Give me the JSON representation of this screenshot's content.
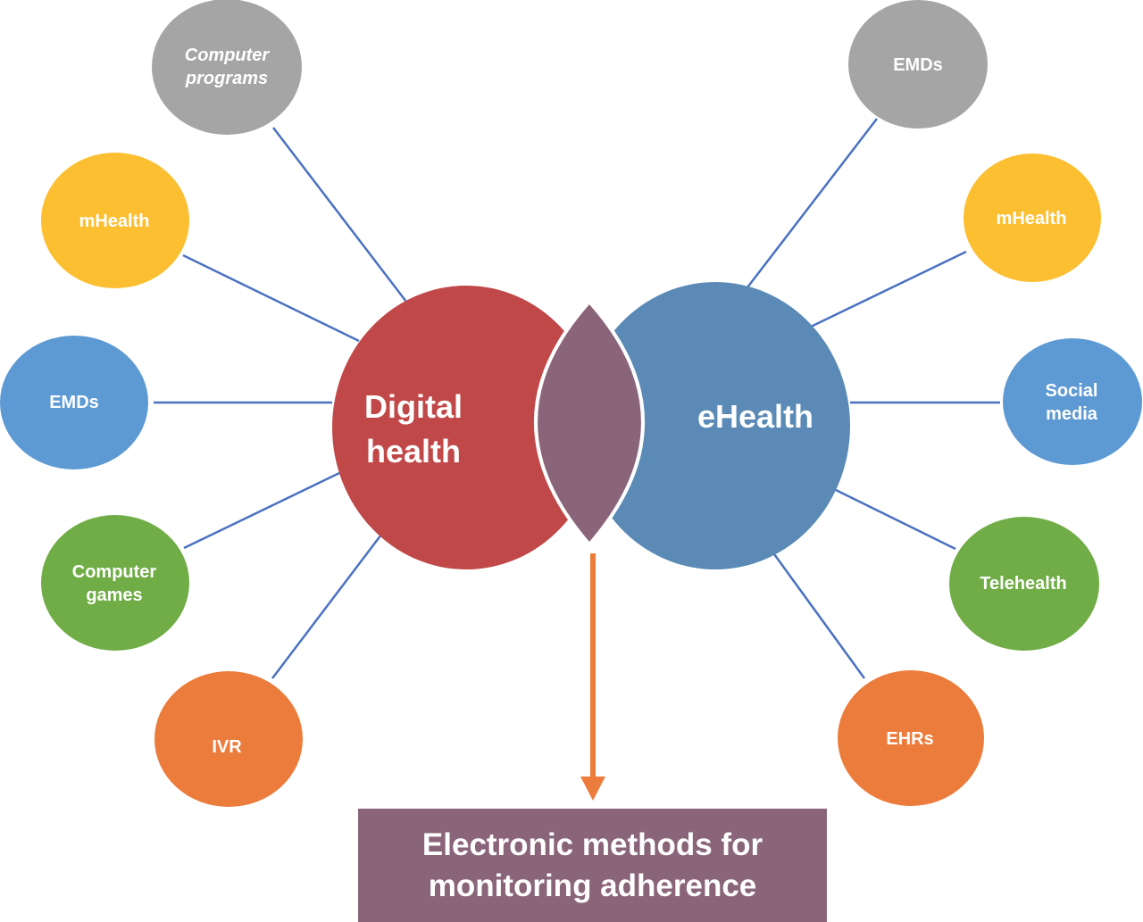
{
  "colors": {
    "gray": "#a5a5a5",
    "yellow": "#fbbf31",
    "blue_light": "#5d9ad3",
    "green": "#70ad47",
    "orange": "#ec7c3c",
    "red": "#c04848",
    "blue_main": "#5a8ab5",
    "overlap": "#8a6579",
    "connector": "#4a72c0",
    "arrow": "#ec7c3c"
  },
  "center": {
    "left_label_line1": "Digital",
    "left_label_line2": "health",
    "right_label": "eHealth"
  },
  "left_nodes": [
    {
      "id": "computer-programs",
      "line1": "Computer",
      "line2": "programs",
      "color": "gray",
      "italic": true
    },
    {
      "id": "mhealth",
      "line1": "mHealth",
      "line2": "",
      "color": "yellow",
      "italic": false
    },
    {
      "id": "emds",
      "line1": "EMDs",
      "line2": "",
      "color": "blue_light",
      "italic": false
    },
    {
      "id": "computer-games",
      "line1": "Computer",
      "line2": "games",
      "color": "green",
      "italic": false
    },
    {
      "id": "ivr",
      "line1": "IVR",
      "line2": "",
      "color": "orange",
      "italic": false
    }
  ],
  "right_nodes": [
    {
      "id": "emds",
      "line1": "EMDs",
      "line2": "",
      "color": "gray",
      "italic": false
    },
    {
      "id": "mhealth",
      "line1": "mHealth",
      "line2": "",
      "color": "yellow",
      "italic": false
    },
    {
      "id": "social-media",
      "line1": "Social",
      "line2": "media",
      "color": "blue_light",
      "italic": false
    },
    {
      "id": "telehealth",
      "line1": "Telehealth",
      "line2": "",
      "color": "green",
      "italic": false
    },
    {
      "id": "ehrs",
      "line1": "EHRs",
      "line2": "",
      "color": "orange",
      "italic": false
    }
  ],
  "result": {
    "text": "Electronic methods for\nmonitoring adherence"
  }
}
